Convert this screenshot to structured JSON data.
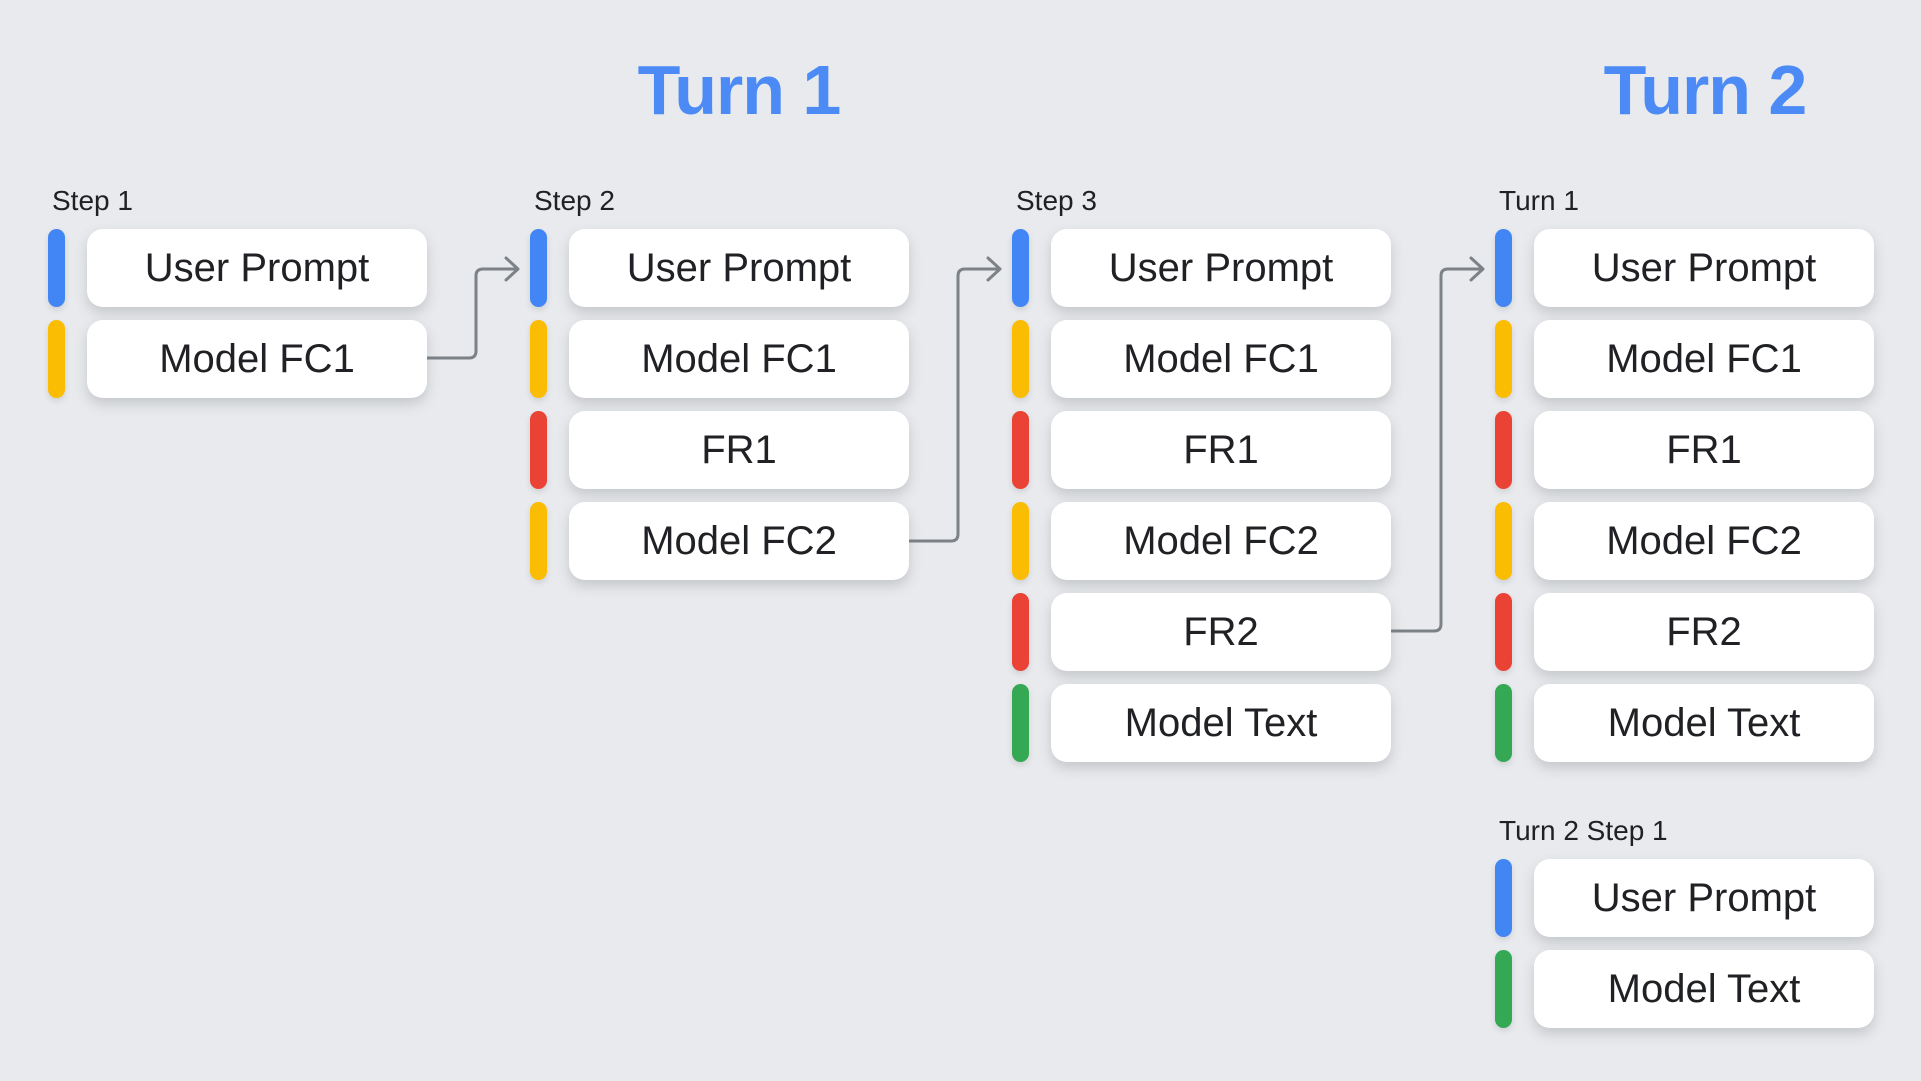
{
  "palette": {
    "background": "#E8EAED",
    "card_bg": "#FFFFFF",
    "text_dark": "#202124",
    "header_blue": "#4C8BF5",
    "arrow_gray": "#7D8287",
    "blue": "#4285F4",
    "yellow": "#FBBC04",
    "red": "#EA4335",
    "green": "#34A853"
  },
  "turn_headers": [
    {
      "label": "Turn 1"
    },
    {
      "label": "Turn 2"
    }
  ],
  "columns": [
    {
      "label": "Step 1",
      "rows": [
        {
          "label": "User Prompt",
          "color": "blue"
        },
        {
          "label": "Model FC1",
          "color": "yellow"
        }
      ]
    },
    {
      "label": "Step 2",
      "rows": [
        {
          "label": "User Prompt",
          "color": "blue"
        },
        {
          "label": "Model FC1",
          "color": "yellow"
        },
        {
          "label": "FR1",
          "color": "red"
        },
        {
          "label": "Model FC2",
          "color": "yellow"
        }
      ]
    },
    {
      "label": "Step 3",
      "rows": [
        {
          "label": "User Prompt",
          "color": "blue"
        },
        {
          "label": "Model FC1",
          "color": "yellow"
        },
        {
          "label": "FR1",
          "color": "red"
        },
        {
          "label": "Model FC2",
          "color": "yellow"
        },
        {
          "label": "FR2",
          "color": "red"
        },
        {
          "label": "Model Text",
          "color": "green"
        }
      ]
    },
    {
      "label": "Turn 1",
      "rows": [
        {
          "label": "User Prompt",
          "color": "blue"
        },
        {
          "label": "Model FC1",
          "color": "yellow"
        },
        {
          "label": "FR1",
          "color": "red"
        },
        {
          "label": "Model FC2",
          "color": "yellow"
        },
        {
          "label": "FR2",
          "color": "red"
        },
        {
          "label": "Model Text",
          "color": "green"
        }
      ]
    },
    {
      "label": "Turn 2 Step 1",
      "rows": [
        {
          "label": "User Prompt",
          "color": "blue"
        },
        {
          "label": "Model Text",
          "color": "green"
        }
      ]
    }
  ],
  "arrows": [
    {
      "from": "Step 1 / Model FC1",
      "to": "Step 2 / User Prompt"
    },
    {
      "from": "Step 2 / Model FC2",
      "to": "Step 3 / User Prompt"
    },
    {
      "from": "Step 3 / FR2",
      "to": "Turn 1 / User Prompt"
    }
  ]
}
